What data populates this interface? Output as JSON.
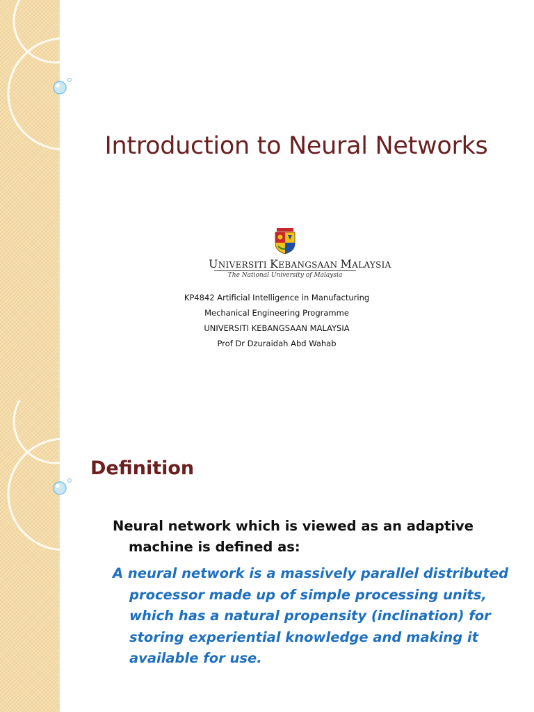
{
  "slides": [
    {
      "title": "Introduction to Neural Networks",
      "logo": {
        "university_name": "Universiti Kebangsaan Malaysia",
        "tagline": "The National University of Malaysia"
      },
      "info_lines": [
        "KP4842 Artificial Intelligence in Manufacturing",
        "Mechanical Engineering Programme",
        "UNIVERSITI KEBANGSAAN MALAYSIA",
        "Prof Dr Dzuraidah Abd Wahab"
      ]
    },
    {
      "title": "Definition",
      "lead_lines": [
        "Neural network which is viewed as an adaptive",
        "machine is defined as:"
      ],
      "quote_lines": [
        "A neural network is a massively parallel distributed",
        "processor made up of simple processing units,",
        "which has a natural propensity (inclination) for",
        "storing experiential knowledge and making it",
        "available for use."
      ]
    }
  ],
  "colors": {
    "title": "#6b1f1f",
    "quote": "#1d6fbf",
    "side_band": "#f4dba8"
  }
}
